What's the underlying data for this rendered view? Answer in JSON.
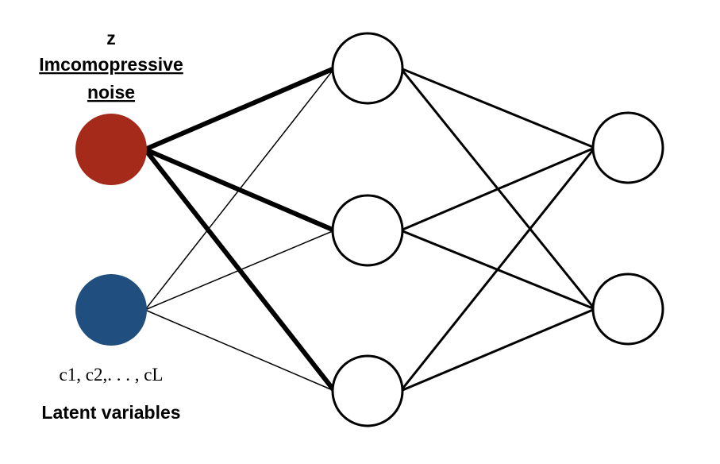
{
  "labels": {
    "z_symbol": "z",
    "noise_line1": "Imcomopressive",
    "noise_line2": "noise",
    "latent_codes": "c1, c2,. . . , cL",
    "latent_title": "Latent variables"
  },
  "colors": {
    "noise_node": "#a52a1a",
    "latent_node": "#1f4e7f",
    "stroke": "#000000",
    "node_fill": "#ffffff"
  },
  "nodes": [
    {
      "id": "noise",
      "layer": 0,
      "kind": "noise"
    },
    {
      "id": "latent",
      "layer": 0,
      "kind": "latent"
    },
    {
      "id": "hidden-1",
      "layer": 1,
      "kind": "hidden"
    },
    {
      "id": "hidden-2",
      "layer": 1,
      "kind": "hidden"
    },
    {
      "id": "hidden-3",
      "layer": 1,
      "kind": "hidden"
    },
    {
      "id": "output-1",
      "layer": 2,
      "kind": "output"
    },
    {
      "id": "output-2",
      "layer": 2,
      "kind": "output"
    }
  ],
  "edges": [
    {
      "from": "noise",
      "to": "hidden-1",
      "weight": "heavy"
    },
    {
      "from": "noise",
      "to": "hidden-2",
      "weight": "heavy"
    },
    {
      "from": "noise",
      "to": "hidden-3",
      "weight": "heavy"
    },
    {
      "from": "latent",
      "to": "hidden-1",
      "weight": "light"
    },
    {
      "from": "latent",
      "to": "hidden-2",
      "weight": "light"
    },
    {
      "from": "latent",
      "to": "hidden-3",
      "weight": "light"
    },
    {
      "from": "hidden-1",
      "to": "output-1",
      "weight": "normal"
    },
    {
      "from": "hidden-1",
      "to": "output-2",
      "weight": "normal"
    },
    {
      "from": "hidden-2",
      "to": "output-1",
      "weight": "normal"
    },
    {
      "from": "hidden-2",
      "to": "output-2",
      "weight": "normal"
    },
    {
      "from": "hidden-3",
      "to": "output-1",
      "weight": "normal"
    },
    {
      "from": "hidden-3",
      "to": "output-2",
      "weight": "normal"
    }
  ]
}
